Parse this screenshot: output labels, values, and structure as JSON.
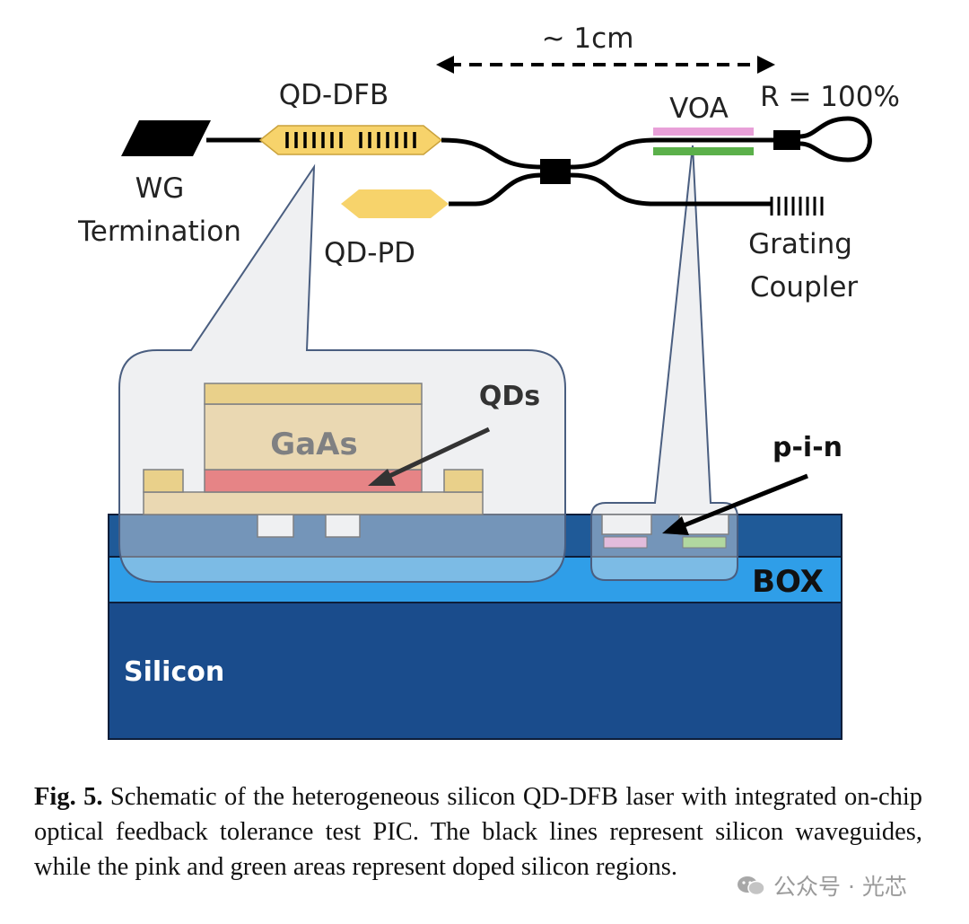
{
  "labels": {
    "distance": "~ 1cm",
    "qd_dfb": "QD-DFB",
    "wg_termination_line1": "WG",
    "wg_termination_line2": "Termination",
    "qd_pd": "QD-PD",
    "voa": "VOA",
    "reflector": "R = 100%",
    "grating_line1": "Grating",
    "grating_line2": "Coupler",
    "gaas": "GaAs",
    "qds": "QDs",
    "pin": "p-i-n",
    "box": "BOX",
    "silicon": "Silicon"
  },
  "caption": {
    "fig_label": "Fig. 5.",
    "text": "Schematic of the heterogeneous silicon QD-DFB laser with integrated on-chip optical feedback tolerance test PIC. The black lines represent silicon waveguides, while the pink and green areas represent doped silicon regions."
  },
  "watermark": {
    "text": "公众号 · 光芯",
    "icon": "wechat-icon"
  },
  "colors": {
    "silicon": "#1a4c8c",
    "box": "#2f9ee8",
    "si_top": "#1f5a98",
    "gaas": "#f6d48a",
    "contact": "#f4c542",
    "qd_layer": "#ef3b3b",
    "laser_body": "#f7d36b",
    "doped_p": "#e8a0d8",
    "doped_n": "#8fd36a",
    "callout_fill": "#e8e8ea",
    "callout_stroke": "#5b6f8f"
  }
}
